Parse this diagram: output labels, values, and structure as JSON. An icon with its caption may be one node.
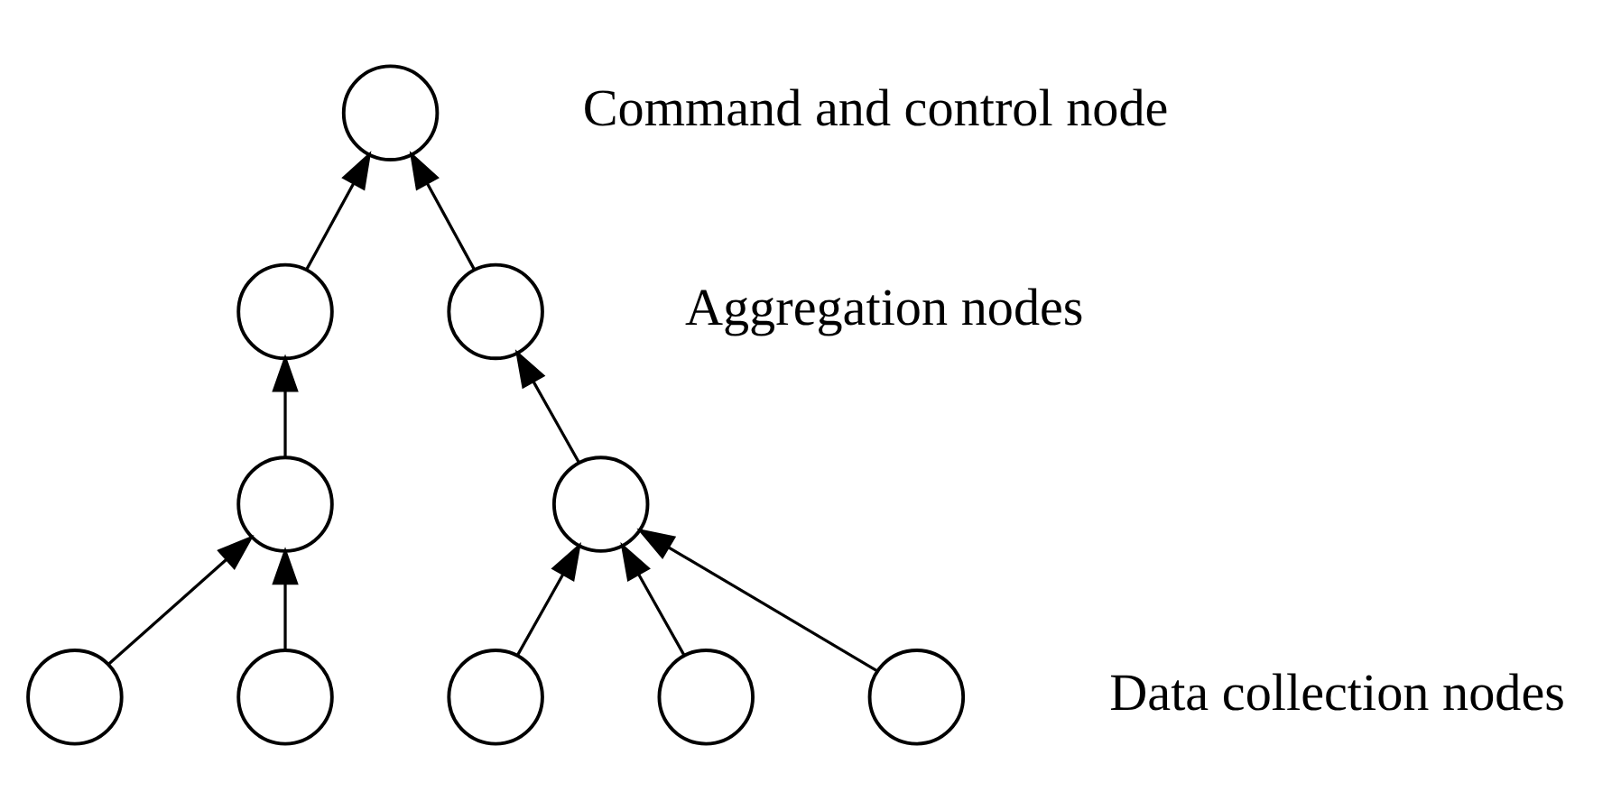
{
  "diagram": {
    "nodes": [
      {
        "text": [],
        "shape": "circle"
      },
      {
        "text": [],
        "shape": "circle"
      },
      {
        "text": [],
        "shape": "circle"
      },
      {
        "text": [],
        "shape": "circle"
      },
      {
        "text": [],
        "shape": "circle"
      },
      {
        "text": [],
        "shape": "circle"
      },
      {
        "text": [],
        "shape": "circle"
      },
      {
        "text": [],
        "shape": "circle"
      },
      {
        "text": [],
        "shape": "circle"
      },
      {
        "text": [],
        "shape": "circle"
      }
    ],
    "edges": [
      {
        "from": 1,
        "to": 0,
        "arrow": "to"
      },
      {
        "from": 2,
        "to": 0,
        "arrow": "to"
      },
      {
        "from": 3,
        "to": 1,
        "arrow": "to"
      },
      {
        "from": 4,
        "to": 2,
        "arrow": "to"
      },
      {
        "from": 5,
        "to": 3,
        "arrow": "to"
      },
      {
        "from": 6,
        "to": 3,
        "arrow": "to"
      },
      {
        "from": 7,
        "to": 4,
        "arrow": "to"
      },
      {
        "from": 8,
        "to": 4,
        "arrow": "to"
      },
      {
        "from": 9,
        "to": 4,
        "arrow": "to"
      }
    ],
    "labels": [
      "Command and control node",
      "Aggregation nodes",
      "Data collection nodes"
    ]
  }
}
